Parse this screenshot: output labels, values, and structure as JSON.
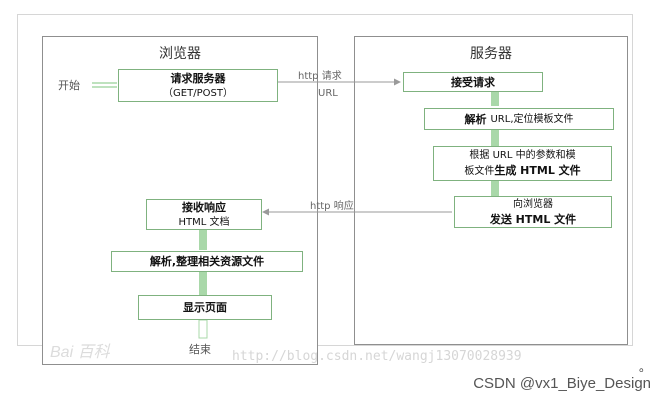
{
  "lanes": {
    "browser": "浏览器",
    "server": "服务器"
  },
  "labels": {
    "start": "开始",
    "end": "结束",
    "http_request": "http 请求",
    "url": "URL",
    "http_response": "http 响应"
  },
  "boxes": {
    "request_server_1": "请求服务器",
    "request_server_2": "（GET/POST）",
    "accept_request": "接受请求",
    "parse_url_bold": "解析",
    "parse_url_rest": "URL,定位模板文件",
    "generate_line1": "根据 URL 中的参数和模",
    "generate_line2_a": "板文件",
    "generate_line2_b": "生成 HTML 文件",
    "send_line1": "向浏览器",
    "send_line2": "发送 HTML 文件",
    "receive_line1": "接收响应",
    "receive_line2": "HTML 文档",
    "parse_resources": "解析,整理相关资源文件",
    "show_page": "显示页面"
  },
  "watermarks": {
    "baidu": "Bai 百科",
    "url": "http://blog.csdn.net/wangj13070028939",
    "dot": "。"
  },
  "footer": {
    "csdn": "CSDN @vx1_Biye_Design"
  },
  "colors": {
    "box_border": "#7fb27f",
    "arrow_fill": "#a9d8a9",
    "lane_border": "#8f8f8f"
  }
}
